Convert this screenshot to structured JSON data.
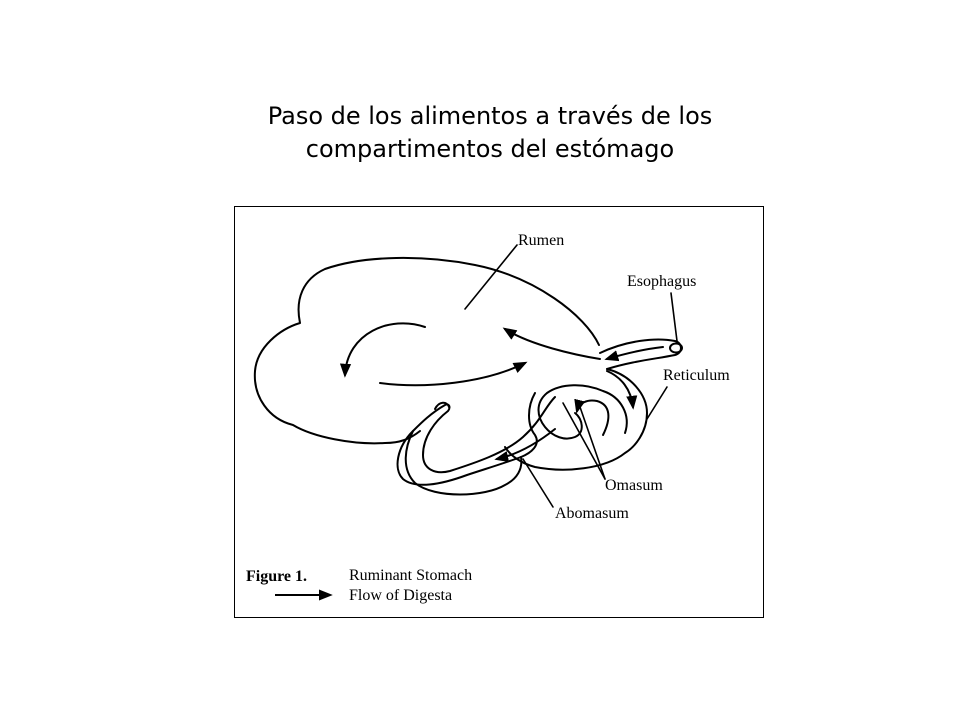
{
  "slide": {
    "title_line1": "Paso de los alimentos a través de los",
    "title_line2": "compartimentos del estómago"
  },
  "diagram": {
    "labels": {
      "rumen": "Rumen",
      "esophagus": "Esophagus",
      "reticulum": "Reticulum",
      "omasum": "Omasum",
      "abomasum": "Abomasum"
    },
    "caption": {
      "figure_label": "Figure 1.",
      "figure_title": "Ruminant Stomach",
      "legend_text": "Flow of Digesta"
    }
  }
}
